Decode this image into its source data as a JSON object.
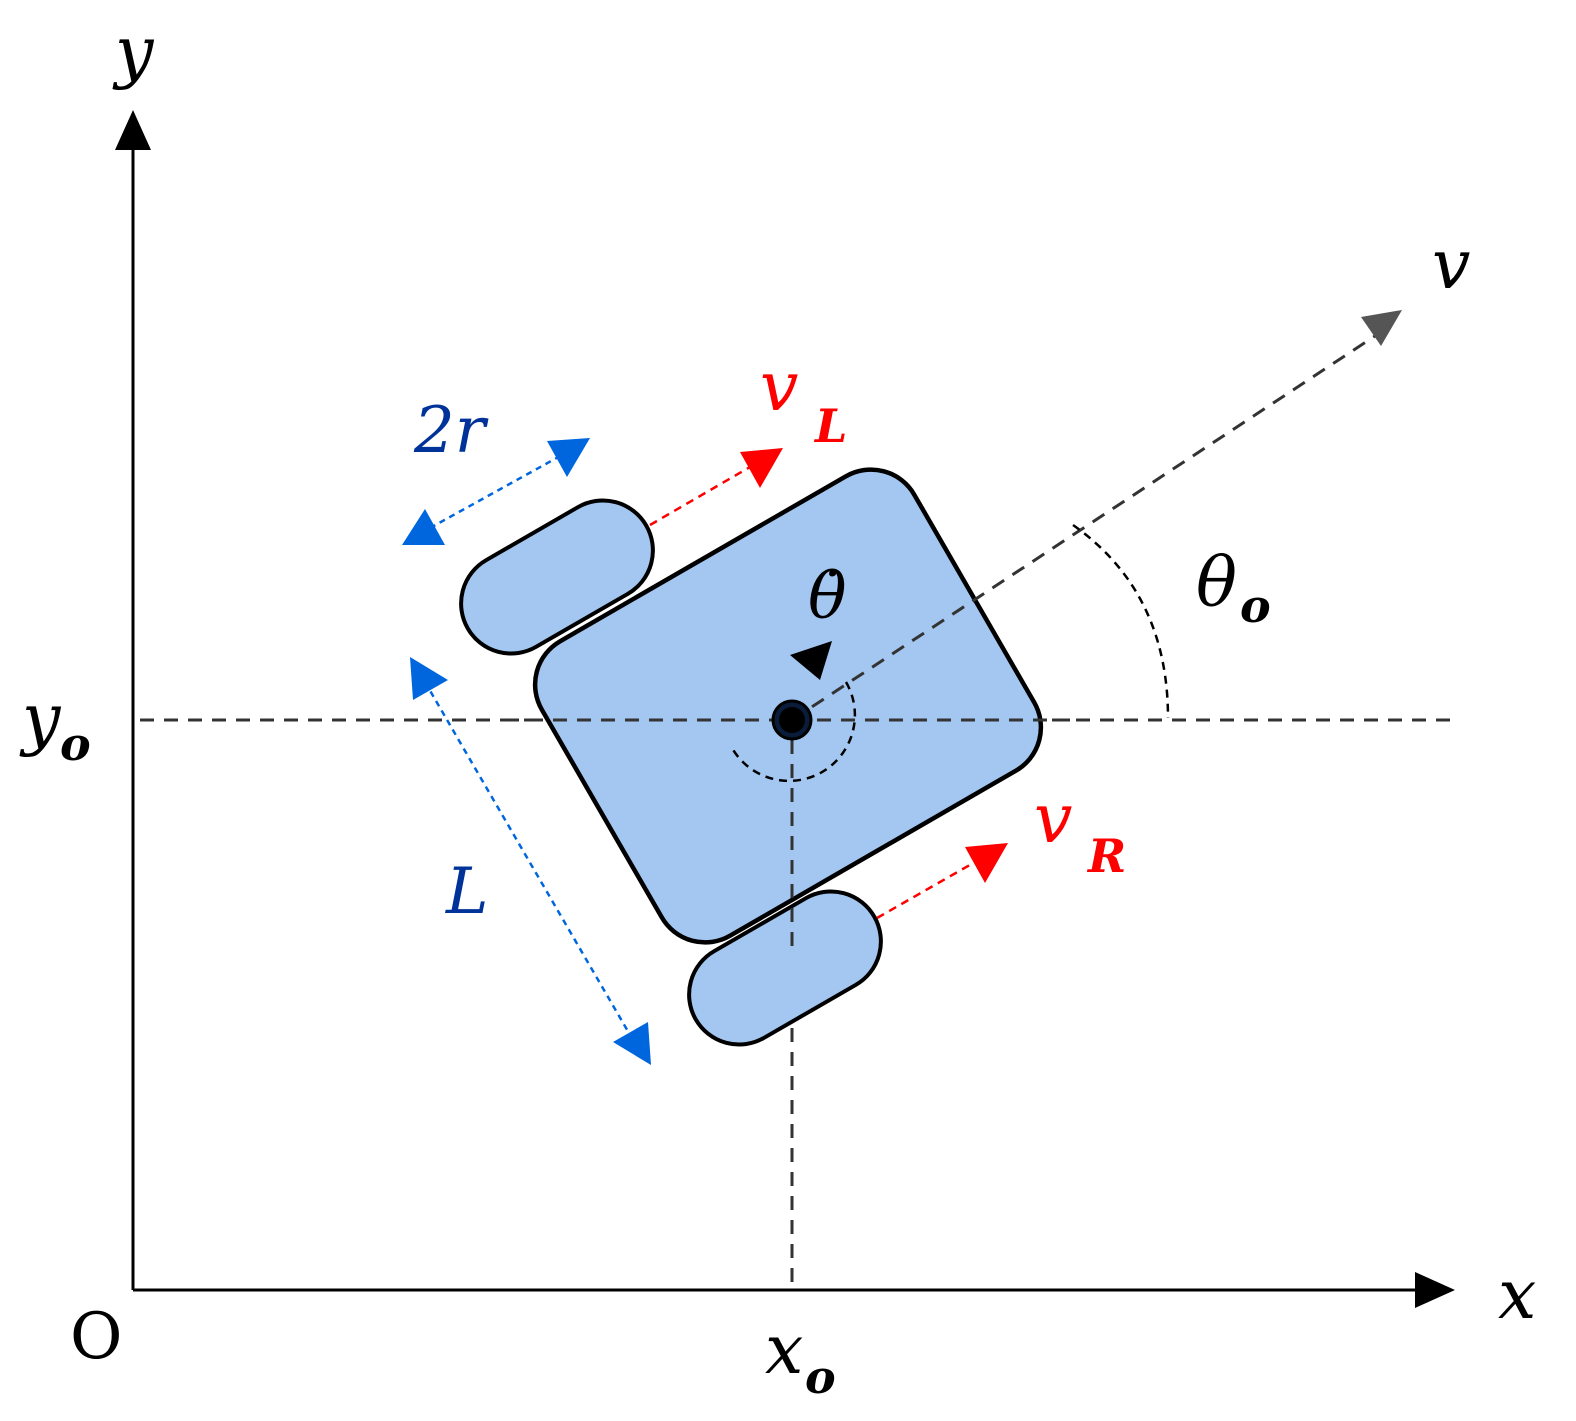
{
  "labels": {
    "y_axis": "y",
    "x_axis": "x",
    "origin": "O",
    "v": "v",
    "two_r": "2r",
    "vL_main": "v",
    "vL_sub": "L",
    "vR_main": "v",
    "vR_sub": "R",
    "theta_dot": "θ̇",
    "theta_o_main": "θ",
    "theta_o_sub": "o",
    "yo_main": "y",
    "yo_sub": "o",
    "xo_main": "x",
    "xo_sub": "o",
    "L": "L"
  },
  "colors": {
    "body_fill": "#a3c7f1",
    "outline": "#000000",
    "dashed_line": "#333333",
    "heading_arrow": "#555555",
    "wheel_velocity": "#ff0000",
    "dimension": "#0066dd",
    "dimension_text": "#003399",
    "velocity_text": "#ff0000"
  },
  "heading_angle_deg": 30
}
